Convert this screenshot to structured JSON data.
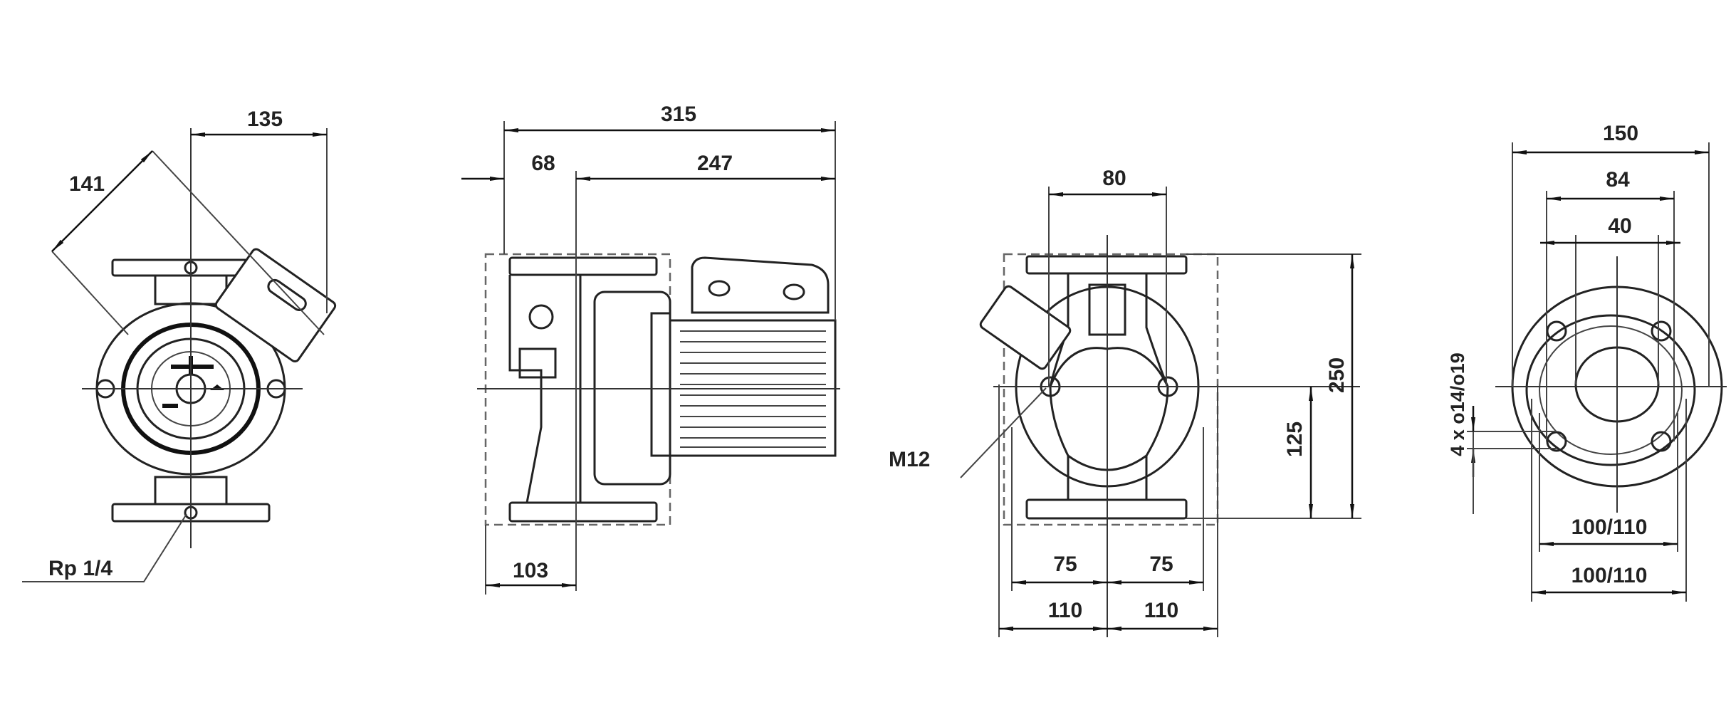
{
  "views": {
    "end_view": {
      "dim_width": "135",
      "dim_box": "141",
      "port_label": "Rp 1/4"
    },
    "side_view": {
      "dim_total": "315",
      "dim_flange": "68",
      "dim_motor": "247",
      "dim_offset": "103"
    },
    "front_view": {
      "dim_flange_width": "80",
      "dim_height": "250",
      "dim_half_height": "125",
      "thread_label": "M12",
      "dim_75_left": "75",
      "dim_75_right": "75",
      "dim_110_left": "110",
      "dim_110_right": "110"
    },
    "flange_view": {
      "dim_outer": "150",
      "dim_pcd": "84",
      "dim_bore": "40",
      "hole_label": "4 x o14/o19",
      "dim_pcd_1": "100/110",
      "dim_pcd_2": "100/110"
    }
  }
}
